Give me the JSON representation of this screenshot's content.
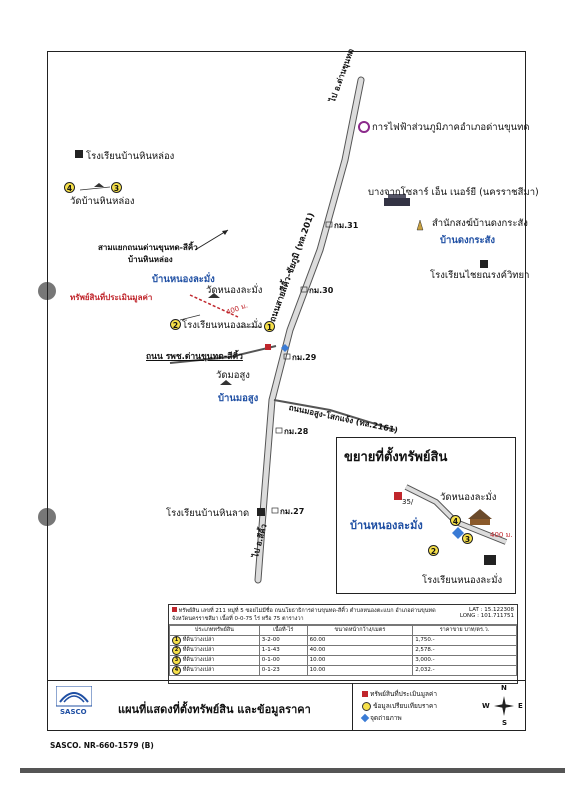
{
  "map": {
    "road_main": "ถนนสายสีคิ้ว-ชัยภูมิ (ทล.201)",
    "road_local": "ถนน รพช.ด่านขุนทด-สีคิ้ว",
    "road_monsung": "ถนนมอสูง-โสกแจ้ง (ทล.2161)",
    "dir_top": "ไป อ.ด่านขุนทด",
    "dir_bottom": "ไป อ.สีคิ้ว",
    "km31": "กม.31",
    "km30": "กม.30",
    "km29": "กม.29",
    "km28": "กม.28",
    "km27": "กม.27",
    "electric": "การไฟฟ้าส่วนภูมิภาคอำเภอด่านขุนทด",
    "solar": "บางจากโซลาร์ เอ็น เนอร์ยี (นครราชสีมา)",
    "health": "สำนักสงฆ์บ้านดงกระสัง",
    "village_dong": "บ้านดงกระสัง",
    "school_dong": "โรงเรียนไชยณรงค์วิทยา",
    "school_hin": "โรงเรียนบ้านหินหล่อง",
    "temple_hin": "วัดบ้านหินหล่อง",
    "junction": "สามแยกถนนด่านขุนทด-สีคิ้ว",
    "village_hin": "บ้านหินหล่อง",
    "village_nong": "บ้านหนองละมั่ง",
    "property": "ทรัพย์สินที่ประเมินมูลค่า",
    "temple_nong": "วัดหนองละมั่ง",
    "school_nong": "โรงเรียนหนองละมั่ง",
    "temple_mo": "วัดมอสูง",
    "village_mo": "บ้านมอสูง",
    "school_hinlat": "โรงเรียนบ้านหินลาด",
    "dist_a": "400 ม.",
    "n1": "1",
    "n2": "2",
    "n3": "3",
    "n4": "4"
  },
  "inset": {
    "title": "ขยายที่ตั้งทรัพย์สิน",
    "temple": "วัดหนองละมั่ง",
    "village": "บ้านหนองละมั่ง",
    "school": "โรงเรียนหนองละมั่ง",
    "house_no": "35/",
    "dist": "400 ม.",
    "n2": "2",
    "n3": "3",
    "n4": "4"
  },
  "info": {
    "property_desc": "ทรัพย์สิน  เลขที่ 211 หมู่ที่ 5 ซอยไม่มีชื่อ ถนนโยธาธิการด่านขุนทด-สีคิ้ว ตำบลหนองตะแบก อำเภอด่านขุนทด",
    "property_desc2": "จังหวัดนครราชสีมา  เนื้อที่ 0-0-75 ไร่ หรือ 75 ตารางวา",
    "lat": "LAT : 15.122308",
    "long": "LONG : 101.711751"
  },
  "table": {
    "headers": [
      "ประเภททรัพย์สิน",
      "เนื้อที่-ไร่",
      "ขนาดหน้ากว้าง/เมตร",
      "ราคาขาย บาท/ตร.ว."
    ],
    "rows": [
      {
        "no": "1",
        "type": "ที่ดินว่างเปล่า",
        "area": "3-2-00",
        "width": "60.00",
        "price": "1,750.-"
      },
      {
        "no": "2",
        "type": "ที่ดินว่างเปล่า",
        "area": "1-1-43",
        "width": "40.00",
        "price": "2,578.-"
      },
      {
        "no": "3",
        "type": "ที่ดินว่างเปล่า",
        "area": "0-1-00",
        "width": "10.00",
        "price": "3,000.-"
      },
      {
        "no": "4",
        "type": "ที่ดินว่างเปล่า",
        "area": "0-1-23",
        "width": "10.00",
        "price": "2,032.-"
      }
    ]
  },
  "footer": {
    "title": "แผนที่แสดงที่ตั้งทรัพย์สิน และข้อมูลราคา",
    "logo": "SASCO",
    "legend_property": "ทรัพย์สินที่ประเมินมูลค่า",
    "legend_compare": "ข้อมูลเปรียบเทียบราคา",
    "legend_photo": "จุดถ่ายภาพ",
    "compass_n": "N",
    "compass_s": "S",
    "compass_w": "W",
    "compass_e": "E",
    "code": "SASCO. NR-660-1579 (B)"
  },
  "colors": {
    "road_fill": "#dcdcdc",
    "road_stroke": "#555555",
    "blue_label": "#1f4fa3",
    "red_label": "#c0262c",
    "marker_yellow": "#f6e04a"
  }
}
